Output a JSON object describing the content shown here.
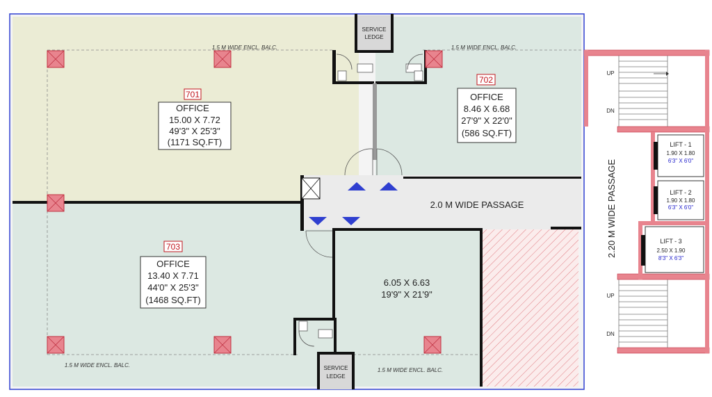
{
  "units": [
    {
      "number": "701",
      "name": "OFFICE",
      "dims_m": "15.00 X 7.72",
      "dims_ft": "49'3\" X 25'3\"",
      "area": "(1171 SQ.FT)"
    },
    {
      "number": "702",
      "name": "OFFICE",
      "dims_m": "8.46 X 6.68",
      "dims_ft": "27'9\" X 22'0\"",
      "area": "(586 SQ.FT)"
    },
    {
      "number": "703",
      "name": "OFFICE",
      "dims_m": "13.40 X 7.71",
      "dims_ft": "44'0\" X 25'3\"",
      "area": "(1468 SQ.FT)"
    }
  ],
  "open_room": {
    "dims_m": "6.05 X 6.63",
    "dims_ft": "19'9\" X 21'9\""
  },
  "labels": {
    "balc_top_left": "1.5 M WIDE ENCL. BALC.",
    "balc_top_right": "1.5 M WIDE ENCL. BALC.",
    "balc_bottom_left": "1.5 M WIDE ENCL. BALC.",
    "balc_bottom_right": "1.5 M WIDE ENCL. BALC.",
    "service_ledge_top_1": "SERVICE",
    "service_ledge_top_2": "LEDGE",
    "service_ledge_bottom_1": "SERVICE",
    "service_ledge_bottom_2": "LEDGE",
    "passage": "2.0 M WIDE PASSAGE",
    "passage_vertical": "2.20 M WIDE PASSAGE",
    "stair_top_up": "UP",
    "stair_top_dn": "DN",
    "stair_bottom_up": "UP",
    "stair_bottom_dn": "DN"
  },
  "lifts": [
    {
      "name": "LIFT - 1",
      "dims_m": "1.90 X 1.80",
      "dims_ft": "6'3\" X 6'0\""
    },
    {
      "name": "LIFT - 2",
      "dims_m": "1.90 X 1.80",
      "dims_ft": "6'3\" X 6'0\""
    },
    {
      "name": "LIFT - 3",
      "dims_m": "2.50 X 1.90",
      "dims_ft": "8'3\" X 6'3\""
    }
  ],
  "colors": {
    "unit_701": "#ebecd5",
    "unit_702_703": "#dce8e2",
    "passage": "#ebebeb",
    "pillar": "#e8848e",
    "arrow": "#2f3fd0",
    "lift_ft_text": "#2222cc",
    "number_text": "#c0141c"
  }
}
